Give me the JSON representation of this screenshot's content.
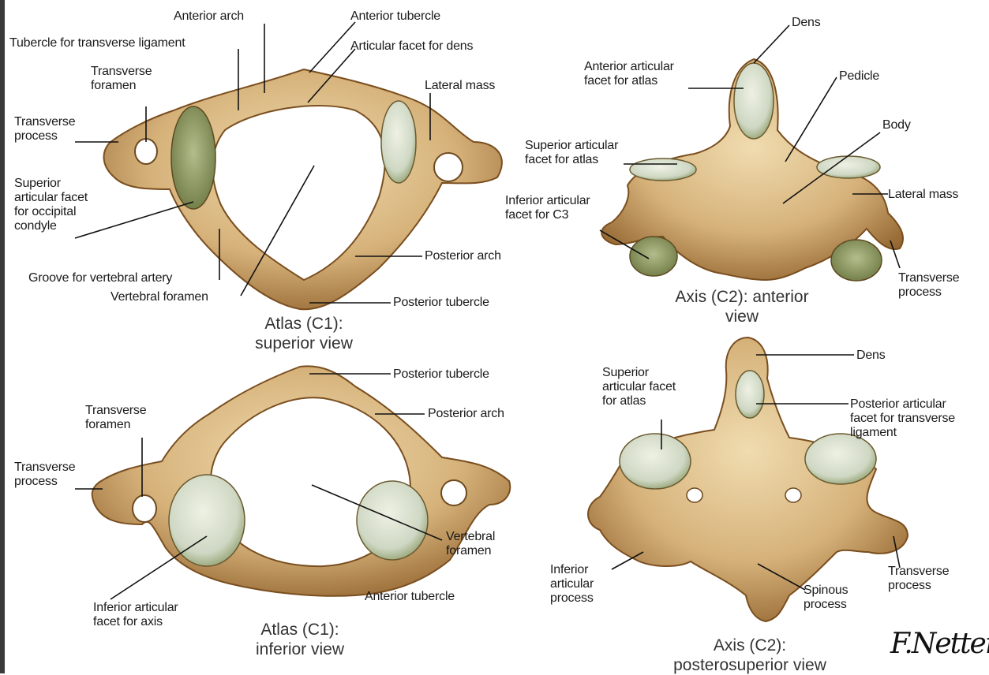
{
  "colors": {
    "bone": "#d6b27a",
    "bone_dark": "#8a5a25",
    "bone_light": "#f0dcb0",
    "cartilage": "#cfd8c4",
    "cartilage_green": "#8f9e6c",
    "leader": "#111111"
  },
  "atlas_superior": {
    "caption": "Atlas (C1):\nsuperior view",
    "labels": {
      "anterior_arch": "Anterior arch",
      "anterior_tubercle": "Anterior tubercle",
      "tubercle_transverse_ligament": "Tubercle for transverse ligament",
      "articular_facet_dens": "Articular facet for dens",
      "transverse_foramen": "Transverse\nforamen",
      "lateral_mass": "Lateral mass",
      "transverse_process": "Transverse\nprocess",
      "superior_articular_facet": "Superior\narticular facet\nfor occipital\ncondyle",
      "posterior_arch": "Posterior arch",
      "groove_vertebral_artery": "Groove for vertebral artery",
      "vertebral_foramen": "Vertebral foramen",
      "posterior_tubercle": "Posterior tubercle"
    }
  },
  "axis_anterior": {
    "caption": "Axis (C2): anterior\nview",
    "labels": {
      "dens": "Dens",
      "anterior_articular_facet": "Anterior articular\nfacet for atlas",
      "pedicle": "Pedicle",
      "body": "Body",
      "superior_articular_facet": "Superior articular\nfacet for atlas",
      "lateral_mass": "Lateral mass",
      "inferior_articular_facet": "Inferior articular\nfacet for C3",
      "transverse_process": "Transverse\nprocess"
    }
  },
  "atlas_inferior": {
    "caption": "Atlas (C1):\ninferior view",
    "labels": {
      "posterior_tubercle": "Posterior tubercle",
      "posterior_arch": "Posterior arch",
      "transverse_foramen": "Transverse\nforamen",
      "transverse_process": "Transverse\nprocess",
      "vertebral_foramen": "Vertebral\nforamen",
      "anterior_tubercle": "Anterior tubercle",
      "inferior_articular_facet": "Inferior articular\nfacet for axis"
    }
  },
  "axis_posterosuperior": {
    "caption": "Axis (C2):\nposterosuperior view",
    "labels": {
      "dens": "Dens",
      "superior_articular_facet": "Superior\narticular facet\nfor atlas",
      "posterior_articular_facet": "Posterior articular\nfacet for transverse\nligament",
      "inferior_articular_process": "Inferior\narticular\nprocess",
      "spinous_process": "Spinous\nprocess",
      "transverse_process": "Transverse\nprocess"
    }
  },
  "signature": "F.Netter"
}
